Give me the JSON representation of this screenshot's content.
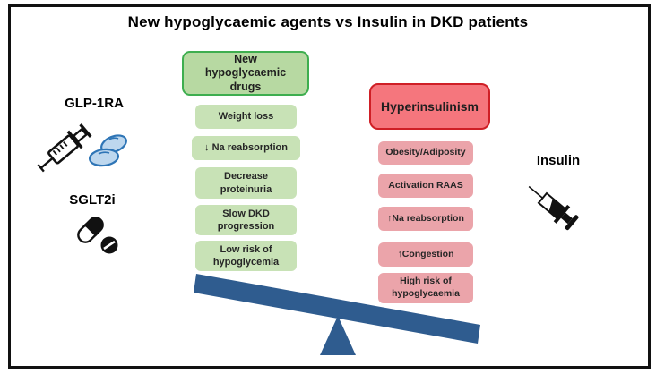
{
  "title": "New hypoglycaemic agents vs Insulin in DKD patients",
  "left_group": {
    "header": "New hypoglycaemic drugs",
    "items": [
      "Weight loss",
      "↓ Na reabsorption",
      "Decrease proteinuria",
      "Slow DKD progression",
      "Low risk of hypoglycemia"
    ]
  },
  "right_group": {
    "header": "Hyperinsulinism",
    "items": [
      "Obesity/Adiposity",
      "Activation RAAS",
      "↑Na reabsorption",
      "↑Congestion",
      "High risk of hypoglycaemia"
    ]
  },
  "side_labels": {
    "glp1ra": "GLP-1RA",
    "sglt2i": "SGLT2i",
    "insulin": "Insulin"
  },
  "icons": {
    "glp1ra": [
      "syringe-outline-icon",
      "tablets-icon"
    ],
    "sglt2i": [
      "capsule-icon",
      "round-pill-icon"
    ],
    "insulin": [
      "syringe-filled-icon"
    ],
    "balance": "seesaw-shape"
  },
  "colors": {
    "green-header-fill": "#b7d9a2",
    "green-header-border": "#3eae4f",
    "green-item-fill": "#c8e2b6",
    "red-header-fill": "#f5767d",
    "red-header-border": "#cf1f26",
    "red-item-fill": "#eba4aa",
    "seesaw-blue": "#2f5c8f",
    "pill-blue-fill": "#bdd7ee",
    "pill-blue-stroke": "#2e75b6"
  }
}
